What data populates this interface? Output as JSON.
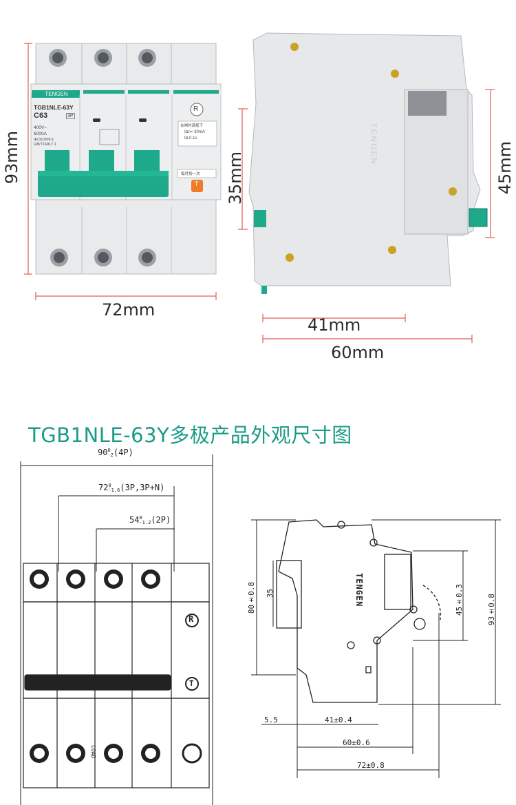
{
  "photo_section": {
    "front_view": {
      "height_label": "93mm",
      "width_label": "72mm",
      "brand": "TENGEN",
      "model": "TGB1NLE-63Y",
      "rating": "C63",
      "poles": "3P",
      "voltage": "400V~",
      "breaking_capacity": "6000A",
      "standard_1": "IEC61009-1",
      "standard_2": "GB/T16917.1",
      "residual_current": "IΔn= 30mA",
      "trip_time": "tΔ 0.1s",
      "panel_note_top": "合闸时请按下",
      "panel_note_bottom": "每月按一次",
      "reset_mark": "R",
      "test_mark": "T"
    },
    "side_view": {
      "depth_41_label": "41mm",
      "depth_60_label": "60mm",
      "rail_label": "35mm",
      "height_label": "45mm",
      "brand_vertical": "TENGEN"
    }
  },
  "heading": "TGB1NLE-63Y多极产品外观尺寸图",
  "drawing": {
    "front": {
      "dim_4p": "90",
      "dim_4p_tol_upper": "0",
      "dim_4p_tol_lower": "-2",
      "dim_4p_note": "(4P)",
      "dim_3p": "72",
      "dim_3p_tol_upper": "0",
      "dim_3p_tol_lower": "-1.6",
      "dim_3p_note": "(3P,3P+N)",
      "dim_2p": "54",
      "dim_2p_tol_upper": "0",
      "dim_2p_tol_lower": "-1.2",
      "dim_2p_note": "(2P)",
      "reset_mark": "R",
      "test_mark": "T",
      "load_mark": "LOAD"
    },
    "side": {
      "dim_80": "80±0.8",
      "dim_35": "35",
      "dim_45": "45±0.3",
      "dim_93": "93±0.8",
      "dim_5_5": "5.5",
      "dim_41": "41±0.4",
      "dim_60": "60±0.6",
      "dim_72": "72±0.8",
      "brand_vertical": "TENGEN"
    }
  },
  "colors": {
    "accent_green": "#1a9b86",
    "handle_green": "#1fa98b",
    "dim_red": "#e35a55",
    "body_grey": "#e4e6e8",
    "test_orange": "#f07a2a"
  }
}
